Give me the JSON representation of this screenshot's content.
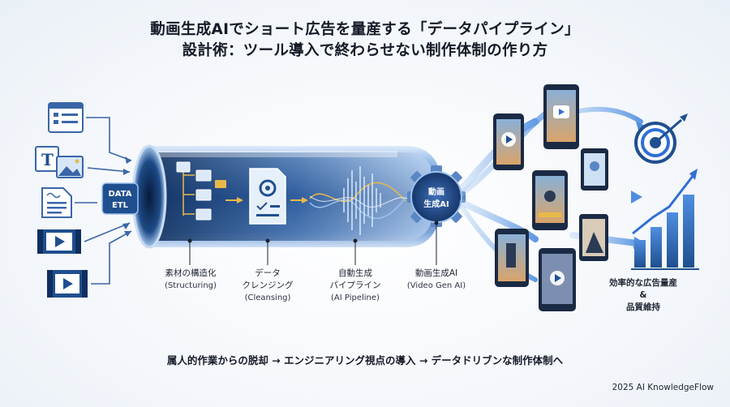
{
  "title": {
    "line1": "動画生成AIでショート広告を量産する「データパイプライン」",
    "line2": "設計術：ツール導入で終わらせない制作体制の作り方"
  },
  "etl_box": {
    "line1": "DATA",
    "line2": "ETL"
  },
  "gear": {
    "line1": "動画",
    "line2": "生成AI"
  },
  "stages": [
    {
      "jp": "素材の構造化",
      "jp2": "",
      "en": "(Structuring)"
    },
    {
      "jp": "データ",
      "jp2": "クレンジング",
      "en": "(Cleansing)"
    },
    {
      "jp": "自動生成",
      "jp2": "パイプライン",
      "en": "(AI Pipeline)"
    },
    {
      "jp": "動画生成AI",
      "jp2": "",
      "en": "(Video Gen AI)"
    }
  ],
  "outcome": {
    "line1": "効率的な広告量産",
    "line2": "&",
    "line3": "品質維持"
  },
  "bottom_text": "属人的作業からの脱却 → エンジニアリング視点の導入 → データドリブンな制作体制へ",
  "credit": "2025 AI KnowledgeFlow",
  "colors": {
    "accent": "#2f6fd6",
    "dark_blue": "#1f4f8f",
    "light_blue": "#9cc3ef",
    "gold": "#e8b94a"
  },
  "icons": [
    "document-list-icon",
    "text-image-icon",
    "text-document-icon",
    "video-icon",
    "video-icon",
    "folder-tree-icon",
    "settings-document-icon",
    "waveform-icon",
    "gear-icon",
    "smartphone-icon",
    "target-icon",
    "growth-chart-icon"
  ]
}
